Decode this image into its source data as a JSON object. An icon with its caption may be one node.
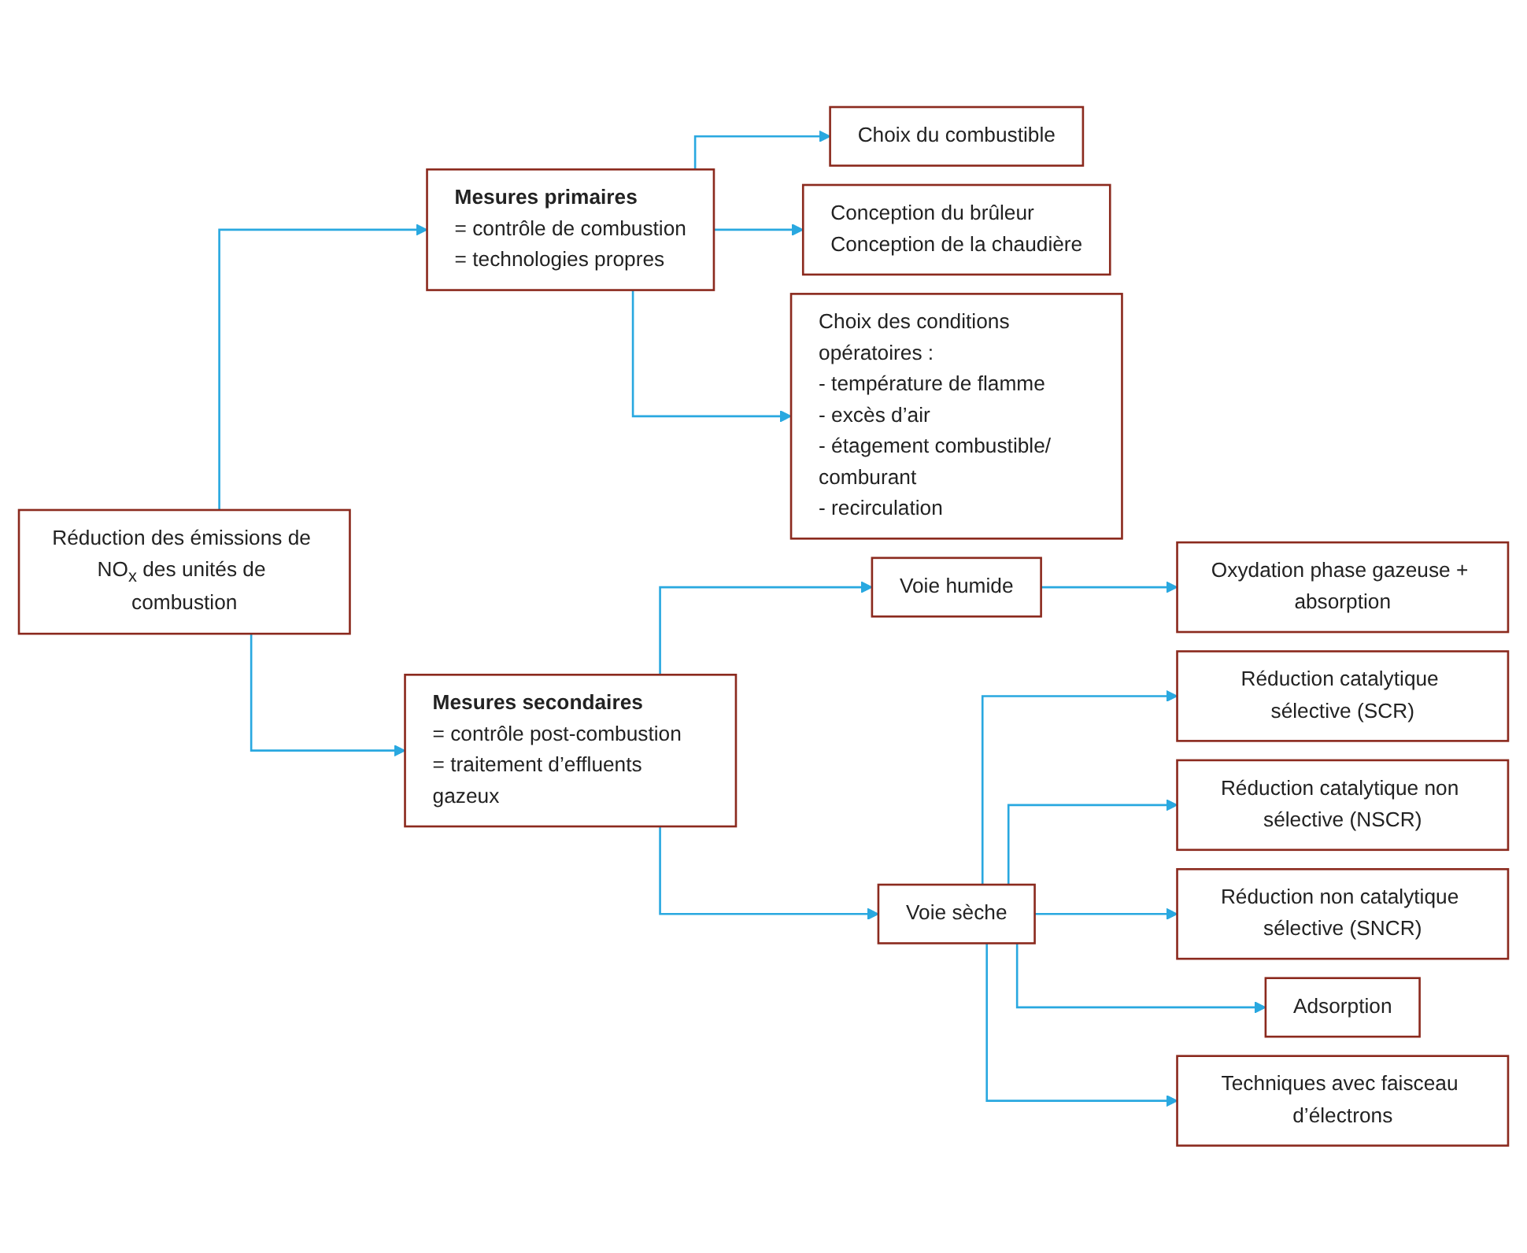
{
  "diagram": {
    "nodes": [
      {
        "text": [
          "Réduction des émissions de NO$_{x}$ des unités de combustion"
        ]
      },
      {
        "text": [
          "Mesures primaires",
          "= contrôle de combustion",
          "= technologies propres"
        ]
      },
      {
        "text": [
          "Mesures secondaires",
          "= contrôle post-combustion",
          "= traitement d’effluents gazeux"
        ]
      },
      {
        "text": [
          "Choix du combustible"
        ]
      },
      {
        "text": [
          "Conception du brûleur",
          "Conception de la chaudière"
        ]
      },
      {
        "text": [
          "Choix des conditions opératoires :",
          "- température de flamme",
          "- excès d’air",
          "- étagement combustible/ comburant",
          "- recirculation"
        ]
      },
      {
        "text": [
          "Voie humide"
        ]
      },
      {
        "text": [
          "Voie sèche"
        ]
      },
      {
        "text": [
          "Oxydation phase gazeuse + absorption"
        ]
      },
      {
        "text": [
          "Réduction catalytique sélective (SCR)"
        ]
      },
      {
        "text": [
          "Réduction catalytique non sélective (NSCR)"
        ]
      },
      {
        "text": [
          "Réduction non catalytique sélective (SNCR)"
        ]
      },
      {
        "text": [
          "Adsorption"
        ]
      },
      {
        "text": [
          "Techniques avec faisceau d’électrons"
        ]
      }
    ],
    "edges": [
      {
        "from": 0,
        "to": 1,
        "arrow": "to"
      },
      {
        "from": 0,
        "to": 2,
        "arrow": "to"
      },
      {
        "from": 1,
        "to": 3,
        "arrow": "to"
      },
      {
        "from": 1,
        "to": 4,
        "arrow": "to"
      },
      {
        "from": 1,
        "to": 5,
        "arrow": "to"
      },
      {
        "from": 2,
        "to": 6,
        "arrow": "to"
      },
      {
        "from": 2,
        "to": 7,
        "arrow": "to"
      },
      {
        "from": 6,
        "to": 8,
        "arrow": "to"
      },
      {
        "from": 7,
        "to": 9,
        "arrow": "to"
      },
      {
        "from": 7,
        "to": 10,
        "arrow": "to"
      },
      {
        "from": 7,
        "to": 11,
        "arrow": "to"
      },
      {
        "from": 7,
        "to": 12,
        "arrow": "to"
      },
      {
        "from": 7,
        "to": 13,
        "arrow": "to"
      }
    ]
  }
}
